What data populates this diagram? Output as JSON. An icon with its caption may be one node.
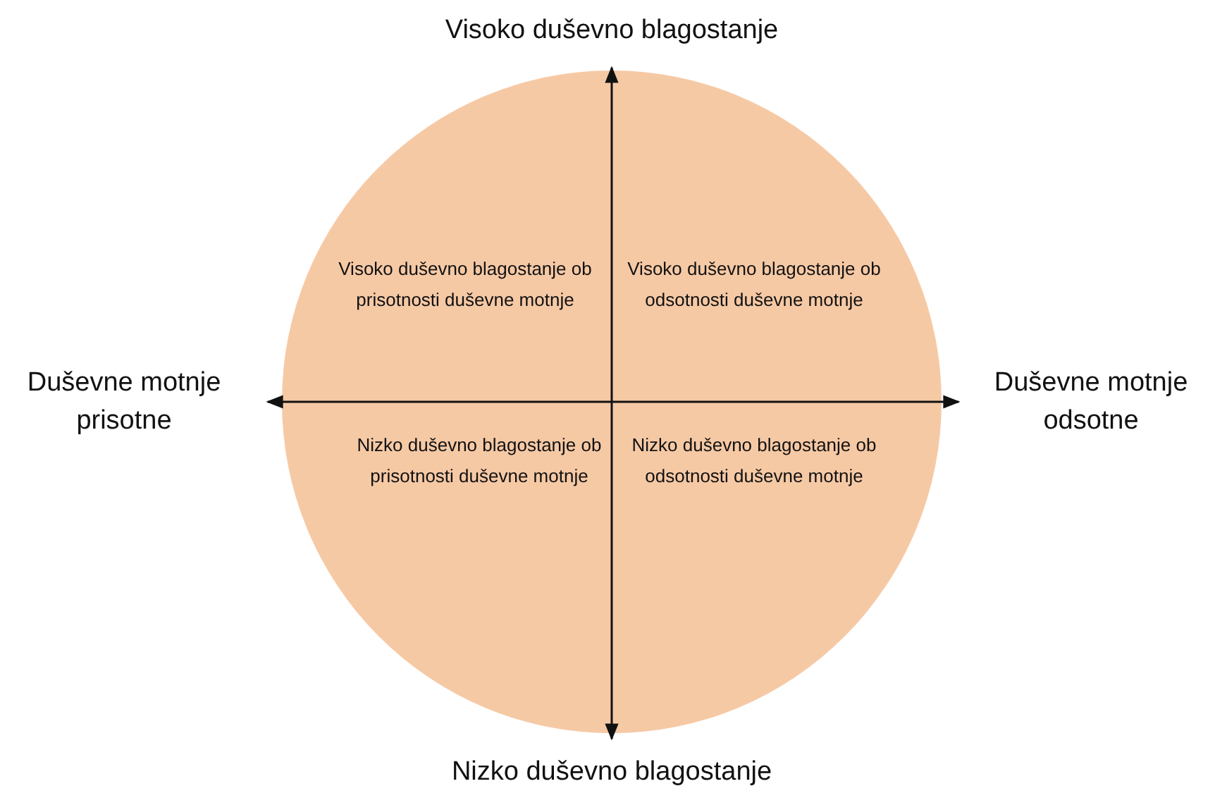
{
  "diagram": {
    "nodes": [
      {
        "text": [
          "Visoko duševno blagostanje ob prisotnosti duševne motnje",
          "Visoko duševno blagostanje ob odsotnosti duševne motnje",
          "Nizko duševno blagostanje ob prisotnosti duševne motnje",
          "Nizko duševno blagostanje ob odsotnosti duševne motnje"
        ]
      }
    ],
    "edges": [],
    "labels": [
      "Visoko duševno blagostanje",
      "Duševne motnje prisotne",
      "Duševne motnje odsotne",
      "Nizko duševno blagostanje"
    ]
  }
}
